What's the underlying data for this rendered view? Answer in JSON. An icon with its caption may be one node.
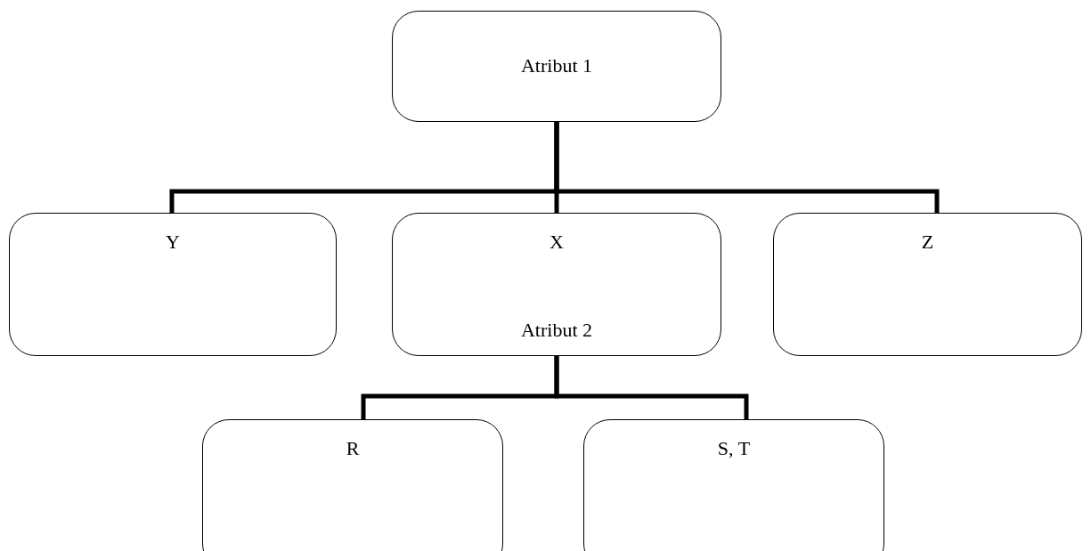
{
  "diagram": {
    "nodes": [
      {
        "text": [
          "Atribut 1"
        ]
      },
      {
        "text": [
          "Y"
        ]
      },
      {
        "text": [
          "X",
          "Atribut 2"
        ]
      },
      {
        "text": [
          "Z"
        ]
      },
      {
        "text": [
          "R"
        ]
      },
      {
        "text": [
          "S, T"
        ]
      }
    ],
    "edges": [
      {
        "from": 0,
        "to": 1,
        "arrow": "none"
      },
      {
        "from": 0,
        "to": 2,
        "arrow": "none"
      },
      {
        "from": 0,
        "to": 3,
        "arrow": "none"
      },
      {
        "from": 2,
        "to": 4,
        "arrow": "none"
      },
      {
        "from": 2,
        "to": 5,
        "arrow": "none"
      }
    ]
  }
}
